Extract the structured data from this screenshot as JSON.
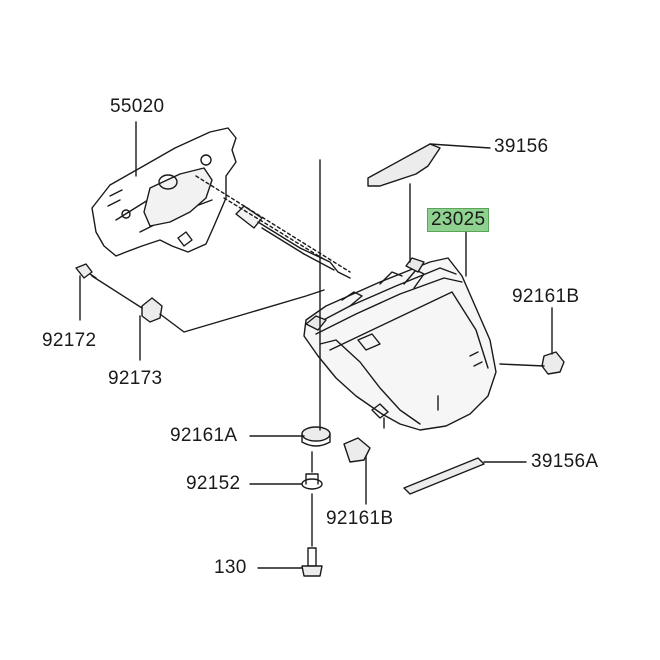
{
  "diagram": {
    "highlight_color": "#8fd18f",
    "line_color": "#1a1a1a",
    "labels": {
      "p55020": "55020",
      "p39156": "39156",
      "p23025": "23025",
      "p92161b_top": "92161B",
      "p92172": "92172",
      "p92173": "92173",
      "p92161a": "92161A",
      "p39156a": "39156A",
      "p92152": "92152",
      "p92161b_bottom": "92161B",
      "p130": "130"
    }
  }
}
